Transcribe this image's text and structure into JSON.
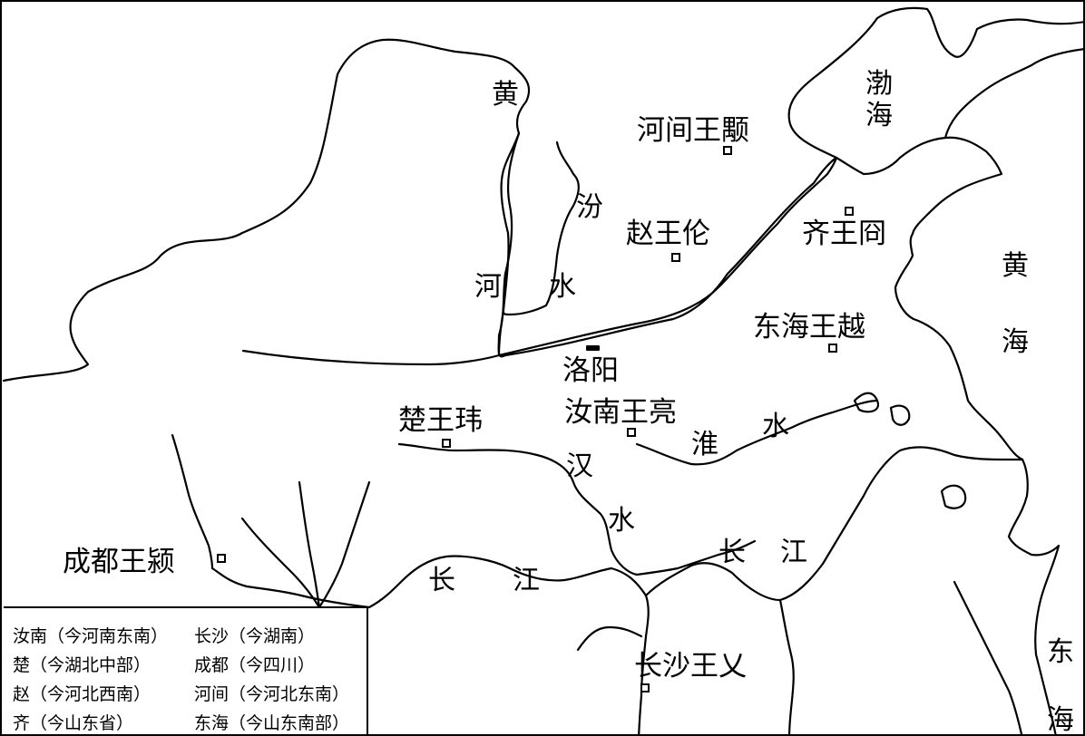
{
  "map": {
    "fiefs": {
      "hejian": "河间王颙",
      "zhao": "赵王伦",
      "qi": "齐王冏",
      "donghai": "东海王越",
      "runan": "汝南王亮",
      "chu": "楚王玮",
      "chengdu": "成都王颍",
      "changsha": "长沙王乂"
    },
    "capital": "洛阳",
    "rivers": {
      "huang": "黄",
      "he": "河",
      "fen": "汾",
      "fen_shui": "水",
      "han": "汉",
      "han_shui": "水",
      "huai": "淮",
      "huai_shui": "水",
      "chang_left": "长",
      "jiang_left": "江",
      "chang_right": "长",
      "jiang_right": "江"
    },
    "seas": {
      "bohai": "渤海",
      "huanghai": "黄海",
      "donghai_sea": "东海"
    }
  },
  "legend": {
    "rows": [
      [
        "汝南（今河南东南）",
        "长沙（今湖南）"
      ],
      [
        "楚（今湖北中部）",
        "成都（今四川）"
      ],
      [
        "赵（今河北西南）",
        "河间（今河北东南）"
      ],
      [
        "齐（今山东省）",
        "东海（今山东南部）"
      ]
    ]
  }
}
